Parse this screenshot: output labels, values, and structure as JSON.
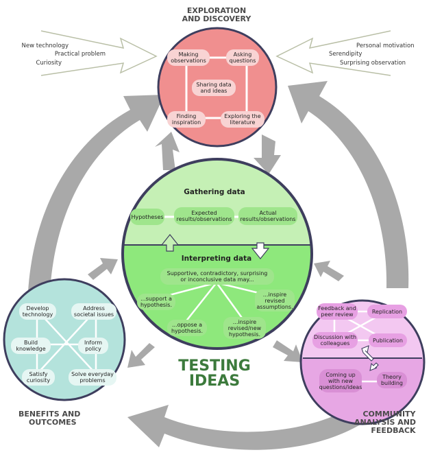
{
  "exploration": {
    "title_line1": "EXPLORATION",
    "title_line2": "AND DISCOVERY",
    "nodes": {
      "making_observations": [
        "Making",
        "observations"
      ],
      "asking_questions": [
        "Asking",
        "questions"
      ],
      "sharing_data": [
        "Sharing data",
        "and ideas"
      ],
      "finding_inspiration": [
        "Finding",
        "inspiration"
      ],
      "exploring_literature": [
        "Exploring the",
        "literature"
      ]
    }
  },
  "inputs_left": [
    "New technology",
    "Practical problem",
    "Curiosity"
  ],
  "inputs_right": [
    "Personal motivation",
    "Serendipity",
    "Surprising observation"
  ],
  "testing": {
    "gathering_title": "Gathering data",
    "gathering_nodes": {
      "hypotheses": [
        "Hypotheses"
      ],
      "expected": [
        "Expected",
        "results/observations"
      ],
      "actual": [
        "Actual",
        "results/observations"
      ]
    },
    "interpreting_title": "Interpreting data",
    "interpreting_nodes": {
      "data_may": [
        "Supportive, contradictory, surprising",
        "or inconclusive data may..."
      ],
      "support": [
        "...support a",
        "hypothesis."
      ],
      "revised_assumptions": [
        "...inspire",
        "revised",
        "assumptions."
      ],
      "oppose": [
        "...oppose a",
        "hypothesis."
      ],
      "revised_hypothesis": [
        "...inspire",
        "revised/new",
        "hypothesis."
      ]
    },
    "title_line1": "TESTING",
    "title_line2": "IDEAS"
  },
  "benefits": {
    "title_line1": "BENEFITS AND",
    "title_line2": "OUTCOMES",
    "nodes": {
      "develop_tech": [
        "Develop",
        "technology"
      ],
      "address_societal": [
        "Address",
        "societal issues"
      ],
      "build_knowledge": [
        "Build",
        "knowledge"
      ],
      "inform_policy": [
        "Inform",
        "policy"
      ],
      "satisfy_curiosity": [
        "Satisfy",
        "curiosity"
      ],
      "solve_problems": [
        "Solve everyday",
        "problems"
      ]
    }
  },
  "community": {
    "title_line1": "COMMUNITY",
    "title_line2": "ANALYSIS AND",
    "title_line3": "FEEDBACK",
    "nodes": {
      "feedback": [
        "Feedback and",
        "peer review"
      ],
      "replication": [
        "Replication"
      ],
      "discussion": [
        "Discussion with",
        "colleagues"
      ],
      "publication": [
        "Publication"
      ],
      "new_questions": [
        "Coming up",
        "with new",
        "questions/ideas"
      ],
      "theory": [
        "Theory",
        "building"
      ]
    }
  },
  "colors": {
    "exploration_fill": "#f08f8f",
    "exploration_node": "#f8d3d3",
    "testing_top": "#c5f0b5",
    "testing_bottom": "#8ee87c",
    "testing_node": "#9fe58c",
    "benefits_fill": "#b4e3dc",
    "benefits_node": "#e6f6f3",
    "community_top": "#f3c8f1",
    "community_bottom": "#e7a7e4",
    "community_node": "#e7a0e3",
    "circle_border": "#3e3e5e",
    "arrow_gray": "#a9a9a9",
    "title_green": "#3c7a3c"
  }
}
